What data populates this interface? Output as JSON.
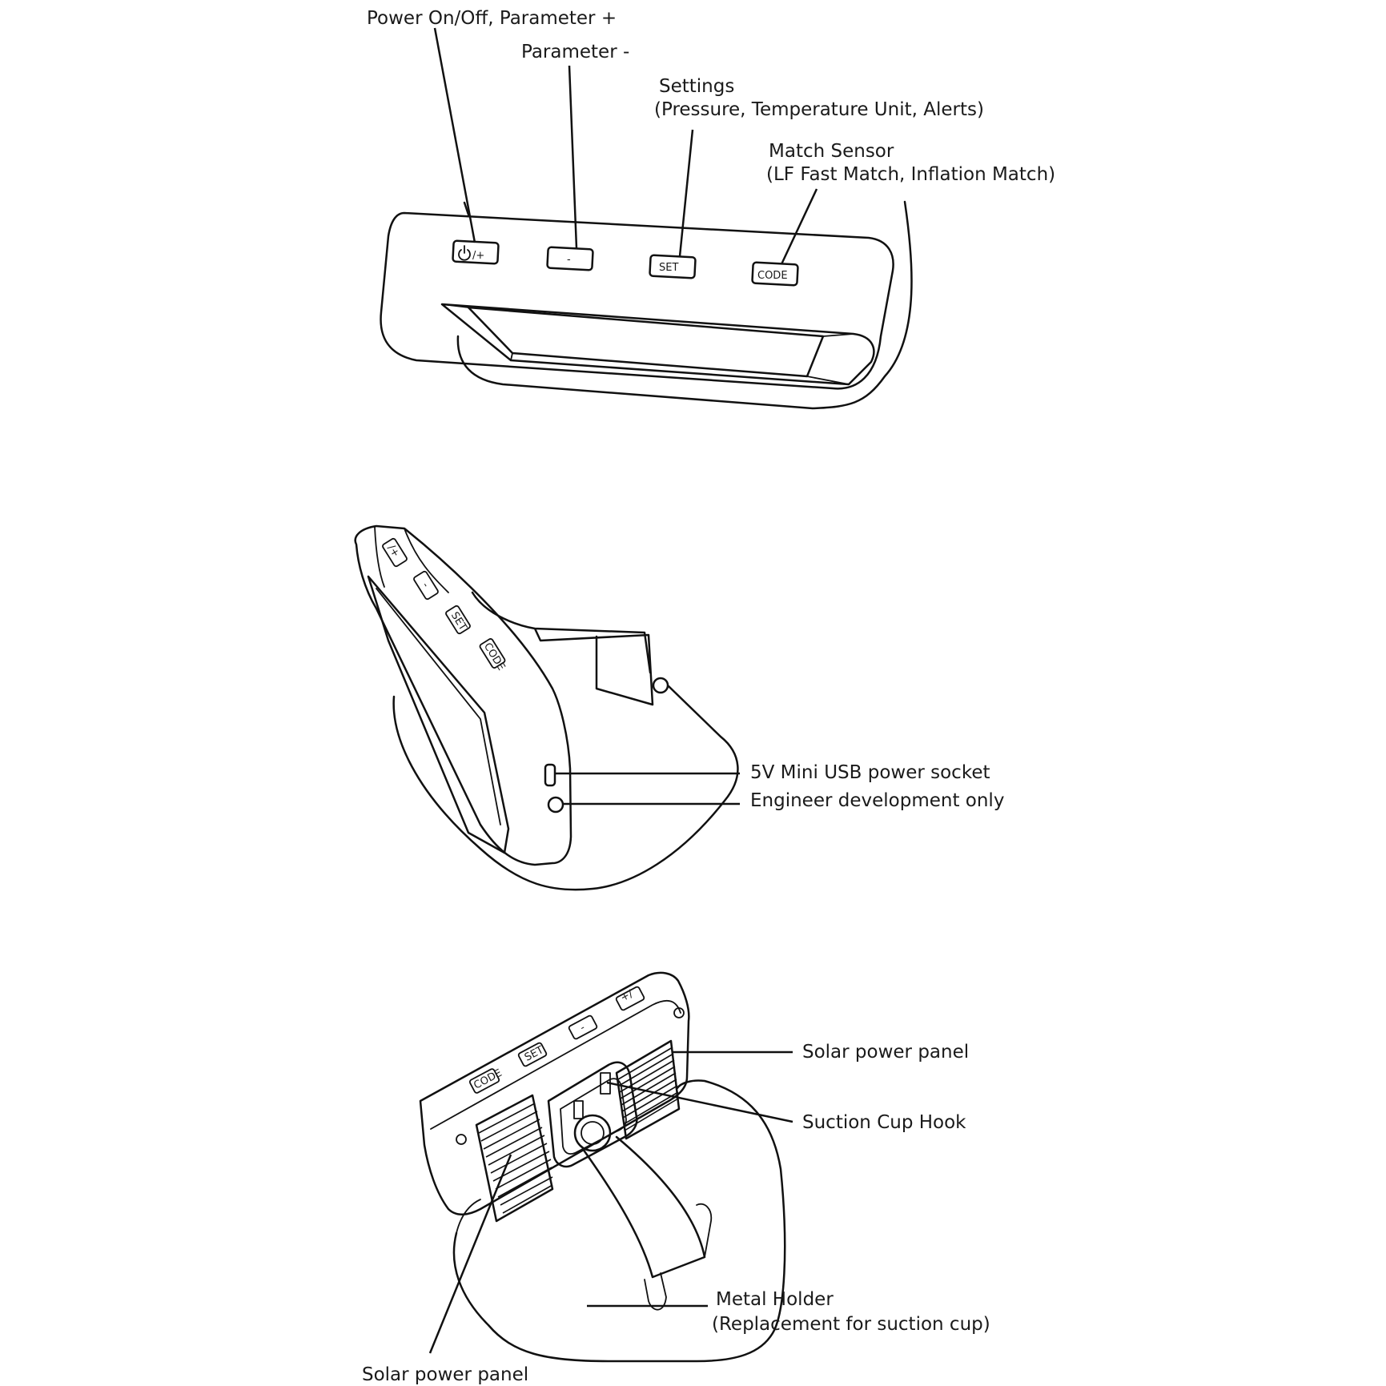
{
  "figure1": {
    "labels": {
      "power": "Power On/Off, Parameter +",
      "param_minus": "Parameter -",
      "settings_line1": "Settings",
      "settings_line2": "(Pressure, Temperature Unit, Alerts)",
      "match_line1": "Match Sensor",
      "match_line2": "(LF Fast Match, Inflation Match)"
    },
    "buttons": {
      "power": "/+",
      "minus": "-",
      "set": "SET",
      "code": "CODE"
    }
  },
  "figure2": {
    "buttons": {
      "power": "/+",
      "minus": "-",
      "set": "SET",
      "code": "CODE"
    },
    "labels": {
      "usb": "5V  Mini USB power socket",
      "engineer": "Engineer development only"
    }
  },
  "figure3": {
    "buttons": {
      "power": "+/",
      "minus": "-",
      "set": "SET",
      "code": "CODE"
    },
    "labels": {
      "solar_right": "Solar power panel",
      "suction": "Suction Cup Hook",
      "metal_line1": "Metal Holder",
      "metal_line2": "(Replacement for suction cup)",
      "solar_left": "Solar power panel"
    }
  }
}
